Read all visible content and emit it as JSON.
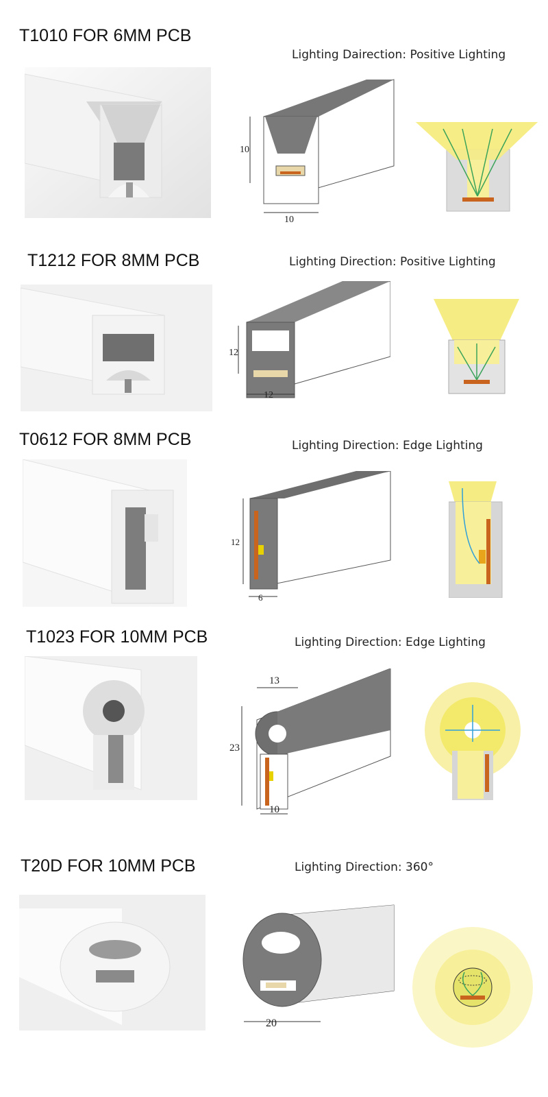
{
  "products": [
    {
      "title": "T1010 FOR 6MM PCB",
      "direction": "Lighting Dairection: Positive Lighting",
      "dim_height": "10",
      "dim_width": "10"
    },
    {
      "title": "T1212 FOR 8MM PCB",
      "direction": "Lighting Direction: Positive Lighting",
      "dim_height": "12",
      "dim_width": "12"
    },
    {
      "title": "T0612 FOR 8MM PCB",
      "direction": "Lighting Direction: Edge Lighting",
      "dim_height": "12",
      "dim_width": "6"
    },
    {
      "title": "T1023 FOR 10MM PCB",
      "direction": "Lighting Direction: Edge Lighting",
      "dim_height": "23",
      "dim_top": "13",
      "dim_width": "10"
    },
    {
      "title": "T20D FOR 10MM PCB",
      "direction": "Lighting Direction: 360°",
      "dim_width": "20"
    }
  ],
  "colors": {
    "led_glow": "#f7ef9a",
    "profile_gray": "#8a8a8a",
    "arrow": "#2f9fd9",
    "green_arrow": "#3aa35a",
    "pcb": "#c8641e"
  }
}
